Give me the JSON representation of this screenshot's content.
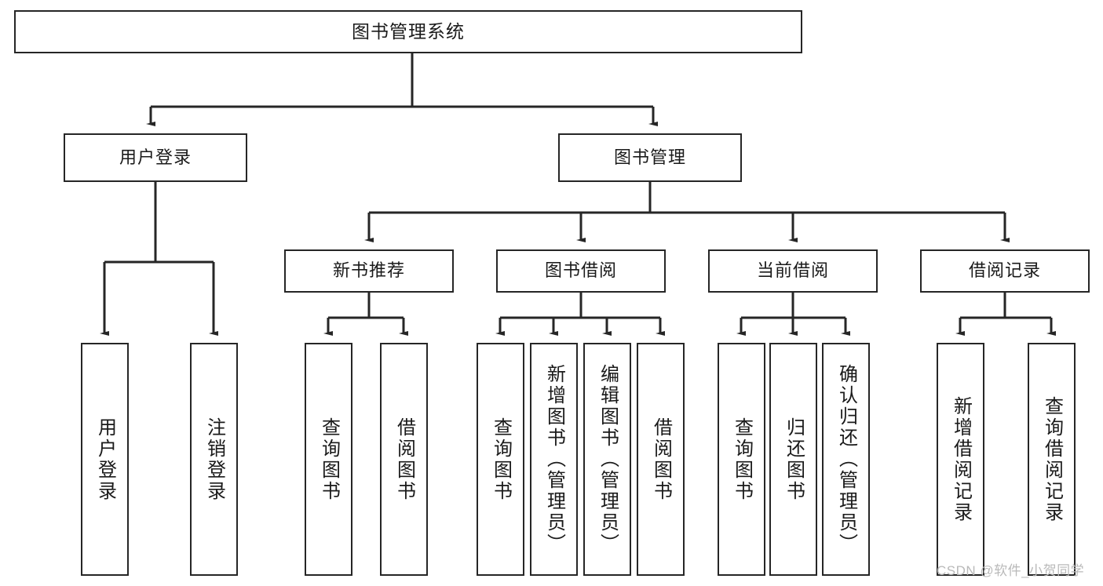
{
  "diagram": {
    "title": "图书管理系统",
    "type": "function-structure-tree",
    "style": {
      "box_border_color": "#262626",
      "box_fill_color": "#ffffff",
      "line_color": "#262626",
      "background_color": "#ffffff",
      "watermark_color": "#b9b9b9"
    },
    "levels": {
      "root_label": "图书管理系统",
      "level2": [
        "用户登录",
        "图书管理"
      ],
      "level3": [
        "新书推荐",
        "图书借阅",
        "当前借阅",
        "借阅记录"
      ]
    },
    "nodes": {
      "root": {
        "label": "图书管理系统"
      },
      "user_login": {
        "label": "用户登录"
      },
      "book_manage": {
        "label": "图书管理"
      },
      "new_book_rec": {
        "label": "新书推荐"
      },
      "book_borrow": {
        "label": "图书借阅"
      },
      "current_borrow": {
        "label": "当前借阅"
      },
      "borrow_record": {
        "label": "借阅记录"
      },
      "leaf_user_login": {
        "label": "用户登录"
      },
      "leaf_user_logout": {
        "label": "注销登录"
      },
      "leaf_query_book_a": {
        "label": "查询图书"
      },
      "leaf_borrow_book_a": {
        "label": "借阅图书"
      },
      "leaf_query_book_b": {
        "label": "查询图书"
      },
      "leaf_add_book": {
        "label": "新增图书（管理员）"
      },
      "leaf_edit_book": {
        "label": "编辑图书（管理员）"
      },
      "leaf_borrow_book_b": {
        "label": "借阅图书"
      },
      "leaf_query_book_c": {
        "label": "查询图书"
      },
      "leaf_return_book": {
        "label": "归还图书"
      },
      "leaf_confirm_return": {
        "label": "确认归还（管理员）"
      },
      "leaf_add_record": {
        "label": "新增借阅记录"
      },
      "leaf_query_record": {
        "label": "查询借阅记录"
      }
    },
    "watermark": "CSDN @软件_小贺同学"
  }
}
